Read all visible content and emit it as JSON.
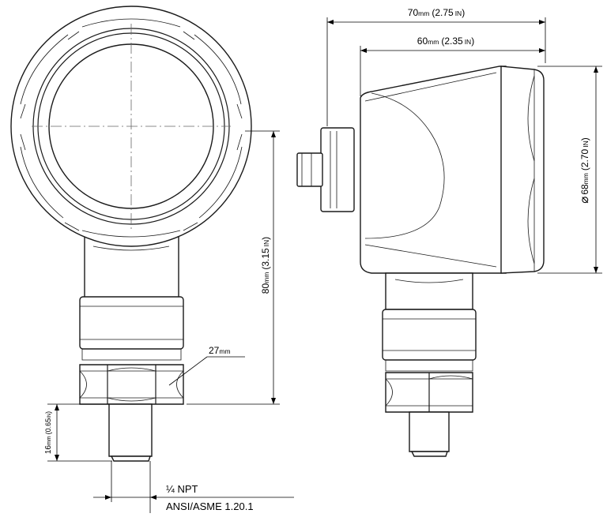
{
  "dimensions": {
    "width_total": {
      "value": "70",
      "unit": "mm",
      "alt": "(2.75",
      "alt_unit": "IN",
      "close": ")"
    },
    "width_body": {
      "value": "60",
      "unit": "mm",
      "alt": "(2.35",
      "alt_unit": "IN",
      "close": ")"
    },
    "diameter": {
      "symbol": "⌀",
      "value": "68",
      "unit": "mm",
      "alt": "(2.70",
      "alt_unit": "IN",
      "close": ")"
    },
    "height": {
      "value": "80",
      "unit": "mm",
      "alt": "(3.15",
      "alt_unit": "IN",
      "close": ")"
    },
    "hex": {
      "value": "27",
      "unit": "mm"
    },
    "thread_length": {
      "value": "16",
      "unit": "mm",
      "alt": "(0.65",
      "alt_unit": "IN",
      "close": ")"
    }
  },
  "labels": {
    "thread": "¼ NPT",
    "standard": "ANSI/ASME 1.20.1"
  },
  "colors": {
    "line": "#1a1a1a",
    "fill": "#ffffff"
  }
}
